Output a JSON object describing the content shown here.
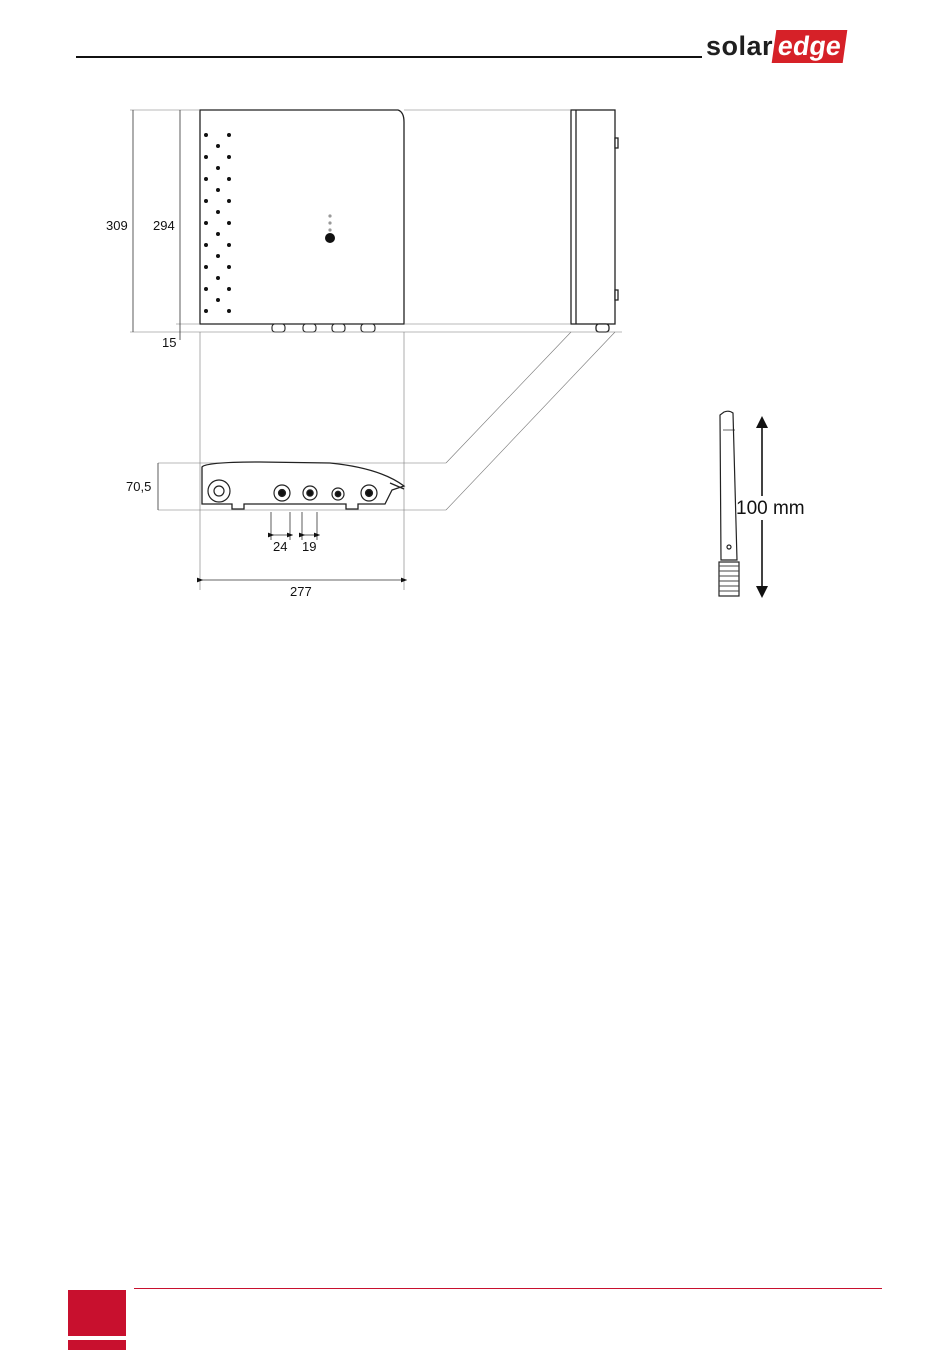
{
  "header": {
    "logo": {
      "solar": "solar",
      "edge": "edge"
    }
  },
  "drawing": {
    "dim_overall_height": "309",
    "dim_body_height": "294",
    "dim_bottom_offset": "15",
    "dim_depth": "70,5",
    "dim_spacing_a": "24",
    "dim_spacing_b": "19",
    "dim_width": "277",
    "antenna_length": "100 mm"
  },
  "colors": {
    "brand": "#d62128",
    "footer": "#c8102e"
  }
}
